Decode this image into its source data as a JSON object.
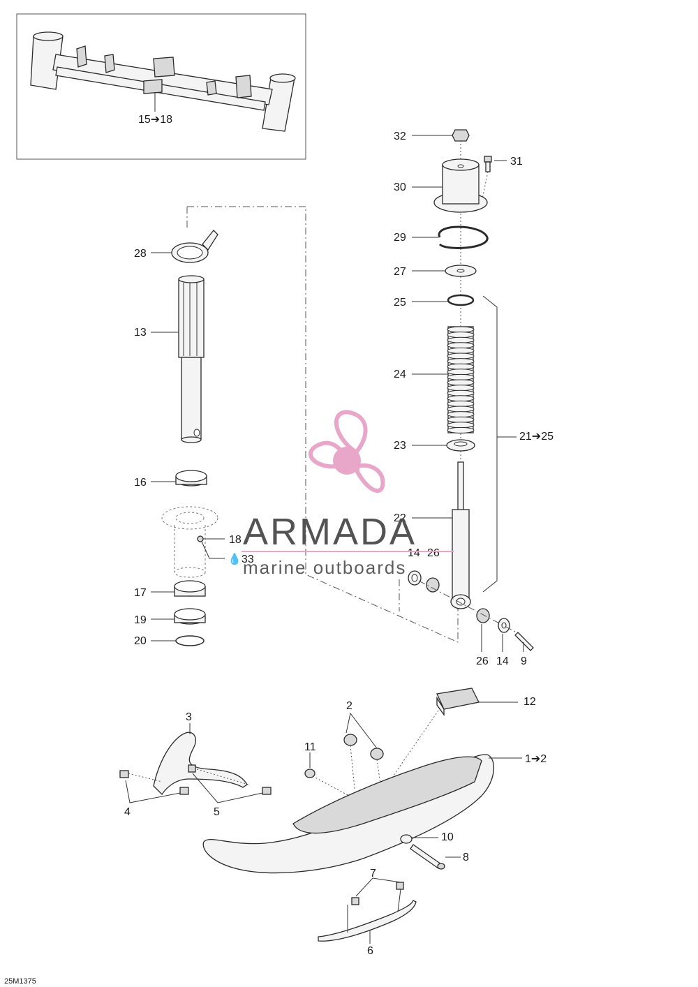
{
  "diagram": {
    "inset_label": "15➔18",
    "callouts": {
      "c32": "32",
      "c31": "31",
      "c30": "30",
      "c29": "29",
      "c27": "27",
      "c25": "25",
      "c24": "24",
      "c23": "23",
      "c2125": "21➔25",
      "c22": "22",
      "c14a": "14",
      "c26a": "26",
      "c26b": "26",
      "c14b": "14",
      "c9": "9",
      "c28": "28",
      "c13": "13",
      "c16": "16",
      "c18": "18",
      "c33": "💧33",
      "c17": "17",
      "c19": "19",
      "c20": "20",
      "c12": "12",
      "c3": "3",
      "c2": "2",
      "c11": "11",
      "c12b": "1➔2",
      "c4": "4",
      "c5": "5",
      "c10": "10",
      "c8": "8",
      "c7": "7",
      "c6": "6"
    },
    "drawing_code": "25M1375"
  },
  "watermark": {
    "brand": "ARMADA",
    "tagline": "marine outboards",
    "color": "#e7a3c6",
    "text_color": "#4a4a4a"
  }
}
